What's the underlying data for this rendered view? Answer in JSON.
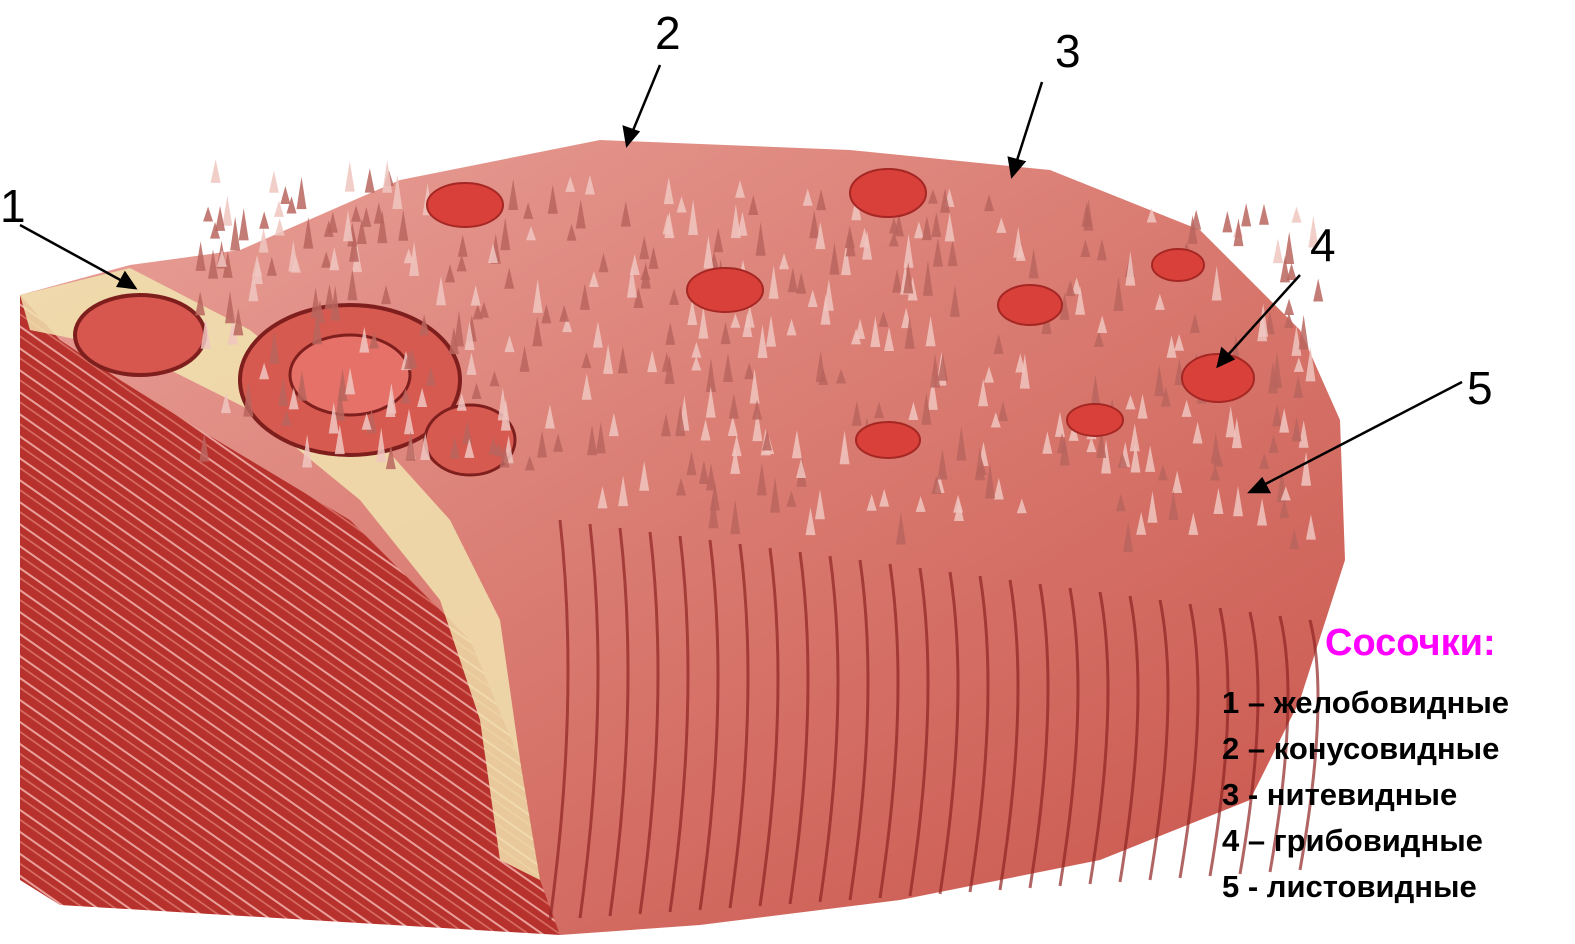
{
  "labels": {
    "l1": "1",
    "l2": "2",
    "l3": "3",
    "l4": "4",
    "l5": "5"
  },
  "legend": {
    "title": "Сосочки:",
    "items": [
      "1 – желобовидные",
      "2 – конусовидные",
      "3 - нитевидные",
      "4 – грибовидные",
      "5 - листовидные"
    ]
  },
  "colors": {
    "title": "#ff00ff",
    "text": "#000000",
    "tissue": "#c9443f",
    "tissue_dark": "#9e2b2a",
    "muscle": "#b8302c",
    "fat": "#f3edb0",
    "papilla": "#e0776f"
  }
}
